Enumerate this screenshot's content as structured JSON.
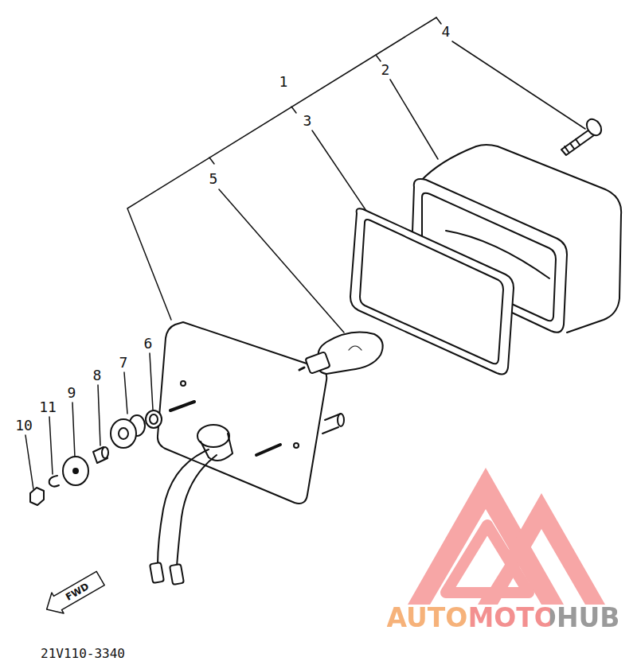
{
  "diagram": {
    "labels": [
      "4",
      "2",
      "1",
      "3",
      "5",
      "6",
      "7",
      "8",
      "9",
      "11",
      "10",
      "FWD",
      "21V110-3340",
      "AUTOMOTOHUB"
    ]
  }
}
